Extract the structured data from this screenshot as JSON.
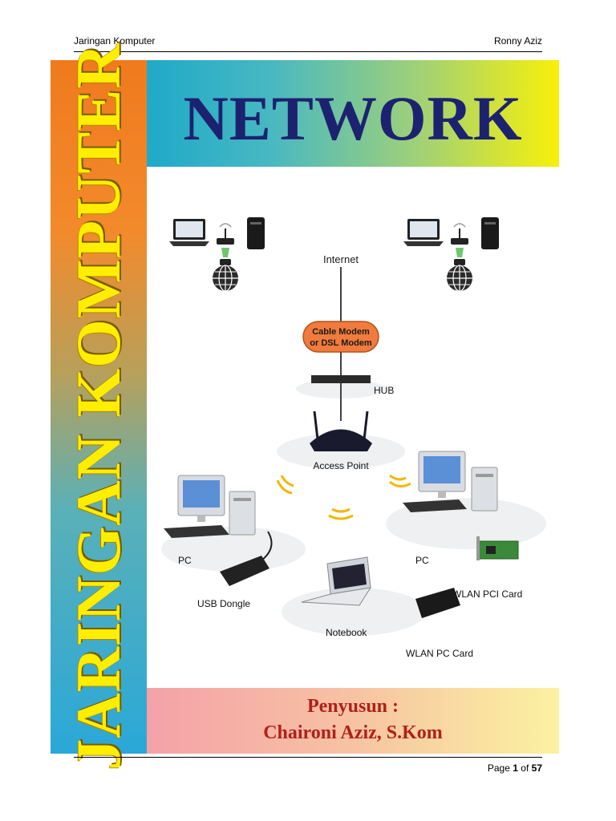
{
  "header": {
    "left": "Jaringan Komputer",
    "right": "Ronny Aziz"
  },
  "cover": {
    "spine_title": "JARINGAN KOMPUTER",
    "banner_title": "NETWORK",
    "author_label": "Penyusun :",
    "author_name": "Chaironi Aziz, S.Kom"
  },
  "diagram": {
    "labels": {
      "internet": "Internet",
      "modem": "Cable Modem\nor DSL Modem",
      "hub": "HUB",
      "ap": "Access Point",
      "pc_left": "PC",
      "pc_right": "PC",
      "usb": "USB Dongle",
      "notebook": "Notebook",
      "wlan_pc": "WLAN PC Card",
      "wlan_pci": "WLAN PCI Card"
    },
    "colors": {
      "modem": "#f07b3c",
      "ap": "#1a1a2e",
      "monitor": "#5b8fd6",
      "signal": "#f2b705"
    }
  },
  "footer": {
    "page_prefix": "Page",
    "page_current": "1",
    "page_of": "of",
    "page_total": "57"
  }
}
